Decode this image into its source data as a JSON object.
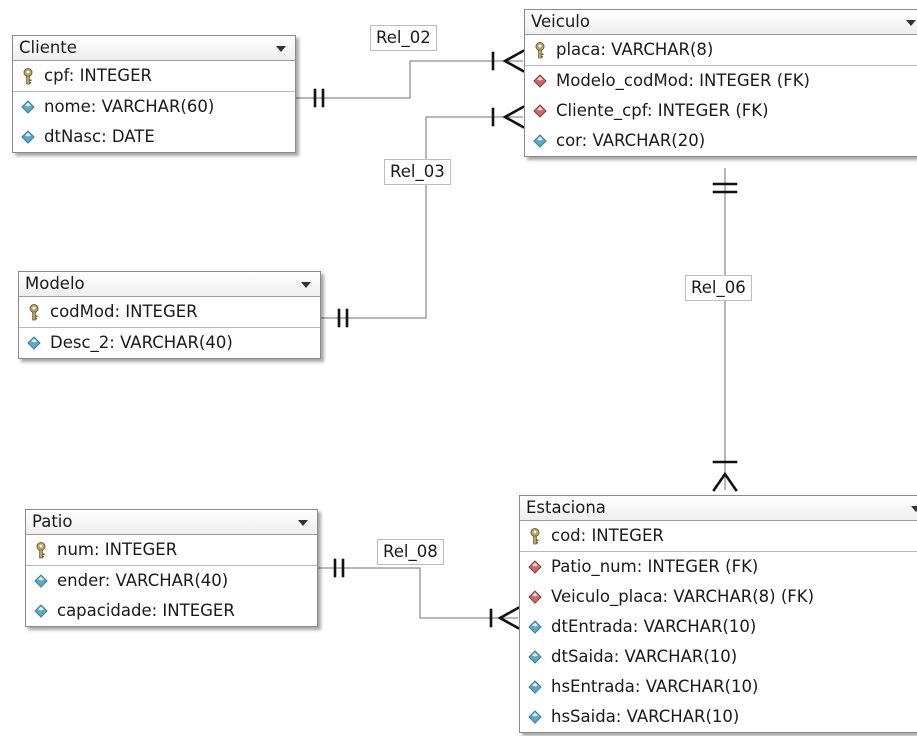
{
  "entities": {
    "cliente": {
      "title": "Cliente",
      "attributes": [
        {
          "text": "cpf: INTEGER",
          "icon": "key-icon"
        },
        {
          "text": "nome: VARCHAR(60)",
          "icon": "attribute-icon"
        },
        {
          "text": "dtNasc: DATE",
          "icon": "attribute-icon"
        }
      ]
    },
    "veiculo": {
      "title": "Veiculo",
      "attributes": [
        {
          "text": "placa: VARCHAR(8)",
          "icon": "key-icon"
        },
        {
          "text": "Modelo_codMod: INTEGER (FK)",
          "icon": "foreign-key-icon"
        },
        {
          "text": "Cliente_cpf: INTEGER (FK)",
          "icon": "foreign-key-icon"
        },
        {
          "text": "cor: VARCHAR(20)",
          "icon": "attribute-icon"
        }
      ]
    },
    "modelo": {
      "title": "Modelo",
      "attributes": [
        {
          "text": "codMod: INTEGER",
          "icon": "key-icon"
        },
        {
          "text": "Desc_2: VARCHAR(40)",
          "icon": "attribute-icon"
        }
      ]
    },
    "patio": {
      "title": "Patio",
      "attributes": [
        {
          "text": "num: INTEGER",
          "icon": "key-icon"
        },
        {
          "text": "ender: VARCHAR(40)",
          "icon": "attribute-icon"
        },
        {
          "text": "capacidade: INTEGER",
          "icon": "attribute-icon"
        }
      ]
    },
    "estaciona": {
      "title": "Estaciona",
      "attributes": [
        {
          "text": "cod: INTEGER",
          "icon": "key-icon"
        },
        {
          "text": "Patio_num: INTEGER (FK)",
          "icon": "foreign-key-icon"
        },
        {
          "text": "Veiculo_placa: VARCHAR(8) (FK)",
          "icon": "foreign-key-icon"
        },
        {
          "text": "dtEntrada: VARCHAR(10)",
          "icon": "attribute-icon"
        },
        {
          "text": "dtSaida: VARCHAR(10)",
          "icon": "attribute-icon"
        },
        {
          "text": "hsEntrada: VARCHAR(10)",
          "icon": "attribute-icon"
        },
        {
          "text": "hsSaida: VARCHAR(10)",
          "icon": "attribute-icon"
        }
      ]
    }
  },
  "relationships": {
    "rel_02": "Rel_02",
    "rel_03": "Rel_03",
    "rel_06": "Rel_06",
    "rel_08": "Rel_08"
  },
  "colors": {
    "line": "#8f8f8f",
    "notation": "#111111",
    "attribute_icon": "#5fa8c4",
    "foreign_key_icon": "#c86a6a",
    "key_icon": "#b8a565"
  }
}
